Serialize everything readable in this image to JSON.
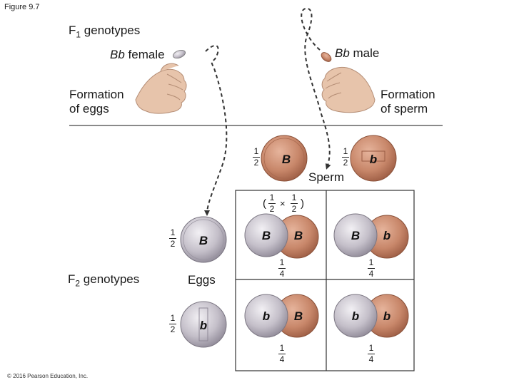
{
  "figure_label": "Figure 9.7",
  "f1_heading": {
    "base": "F",
    "sub": "1",
    "rest": " genotypes"
  },
  "female": {
    "genotype": "Bb",
    "word": " female"
  },
  "male": {
    "genotype": "Bb",
    "word": " male"
  },
  "formation_eggs": [
    "Formation",
    "of eggs"
  ],
  "formation_sperm": [
    "Formation",
    "of sperm"
  ],
  "sperm_label": "Sperm",
  "eggs_label": "Eggs",
  "f2_heading": {
    "base": "F",
    "sub": "2",
    "rest": " genotypes"
  },
  "fraction": {
    "num": "1",
    "den": "2"
  },
  "quarter": {
    "num": "1",
    "den": "4"
  },
  "product_text": {
    "open": "(",
    "times": "×",
    "close": ")"
  },
  "alleles": {
    "dominant": "B",
    "recessive": "b"
  },
  "colors": {
    "penny": "#c8876a",
    "dime": "#bdb8c2",
    "grid": "#333333"
  },
  "copyright": "© 2016 Pearson Education, Inc."
}
